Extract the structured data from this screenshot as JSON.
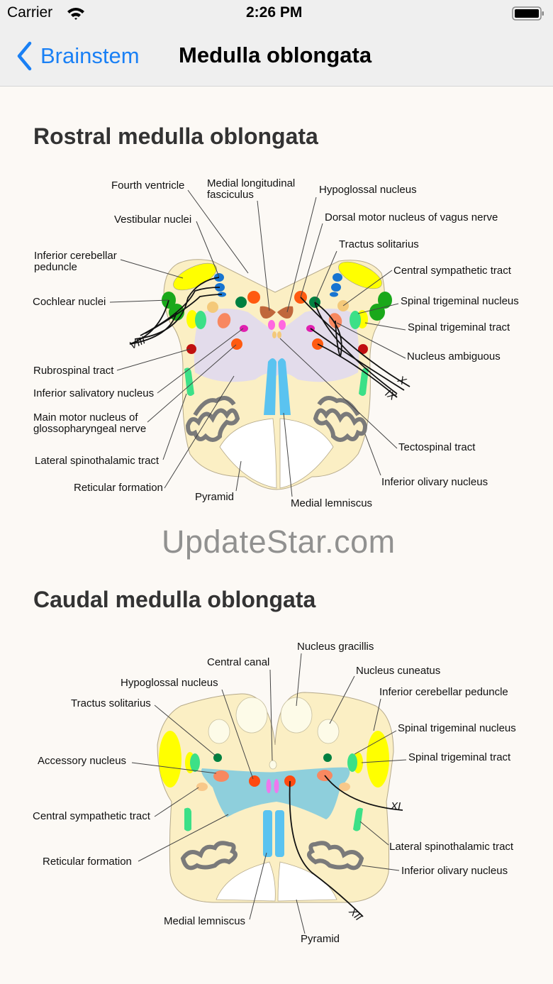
{
  "status_bar": {
    "carrier": "Carrier",
    "time": "2:26 PM"
  },
  "nav": {
    "back_label": "Brainstem",
    "title": "Medulla oblongata"
  },
  "rostral": {
    "heading": "Rostral medulla oblongata",
    "labels": {
      "fourth_ventricle": "Fourth ventricle",
      "mlf_1": "Medial longitudinal",
      "mlf_2": "fasciculus",
      "hypoglossal": "Hypoglossal nucleus",
      "dorsal_motor_vagus": "Dorsal motor nucleus of vagus nerve",
      "tractus_solitarius": "Tractus solitarius",
      "central_sympathetic": "Central sympathetic tract",
      "spinal_trigeminal_nucleus": "Spinal trigeminal nucleus",
      "spinal_trigeminal_tract": "Spinal trigeminal tract",
      "nucleus_ambiguous": "Nucleus ambiguous",
      "nerve_x": "X",
      "nerve_ix": "IX",
      "tectospinal": "Tectospinal tract",
      "inferior_olivary": "Inferior olivary nucleus",
      "medial_lemniscus": "Medial lemniscus",
      "pyramid": "Pyramid",
      "reticular_formation": "Reticular formation",
      "lateral_spinothalamic": "Lateral spinothalamic tract",
      "main_motor_1": "Main motor nucleus of",
      "main_motor_2": "glossopharyngeal nerve",
      "inferior_salivatory": "Inferior salivatory nucleus",
      "rubrospinal": "Rubrospinal tract",
      "cochlear": "Cochlear nuclei",
      "nerve_viii": "VIII",
      "icp_1": "Inferior cerebellar",
      "icp_2": "peduncle",
      "vestibular": "Vestibular nuclei"
    }
  },
  "caudal": {
    "heading": "Caudal medulla oblongata",
    "labels": {
      "nucleus_gracillis": "Nucleus gracillis",
      "central_canal": "Central canal",
      "nucleus_cuneatus": "Nucleus cuneatus",
      "hypoglossal": "Hypoglossal nucleus",
      "icp": "Inferior cerebellar peduncle",
      "tractus_solitarius": "Tractus solitarius",
      "spinal_trigeminal_nucleus": "Spinal trigeminal nucleus",
      "accessory": "Accessory nucleus",
      "spinal_trigeminal_tract": "Spinal trigeminal tract",
      "nerve_xi": "XI",
      "central_sympathetic": "Central sympathetic tract",
      "lateral_spinothalamic": "Lateral spinothalamic tract",
      "reticular_formation": "Reticular formation",
      "inferior_olivary": "Inferior olivary nucleus",
      "nerve_xii": "XII",
      "medial_lemniscus": "Medial lemniscus",
      "pyramid": "Pyramid"
    }
  },
  "watermark": "UpdateStar.com"
}
